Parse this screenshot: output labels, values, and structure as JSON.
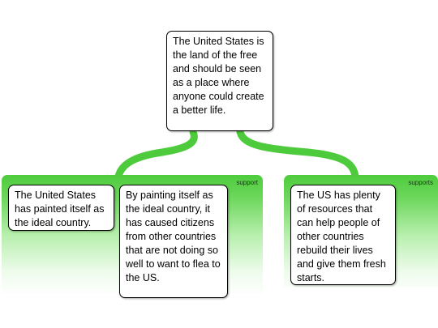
{
  "root": {
    "text": "The United States is the land of the free and should be seen as a place where anyone could create a better life."
  },
  "groups": [
    {
      "label": "support",
      "cards": [
        {
          "text": "The United States has painted itself as the ideal country."
        },
        {
          "text": "By painting itself as the ideal country, it has caused citizens from other countries that are not doing so well to want to flea to the US."
        }
      ]
    },
    {
      "label": "supports",
      "cards": [
        {
          "text": "The US has plenty of resources that can help people of other countries rebuild their lives and give them fresh starts."
        }
      ]
    }
  ],
  "colors": {
    "group_fill": "#4ecb3c",
    "connector": "#4ecb3c",
    "node_border": "#000000"
  }
}
